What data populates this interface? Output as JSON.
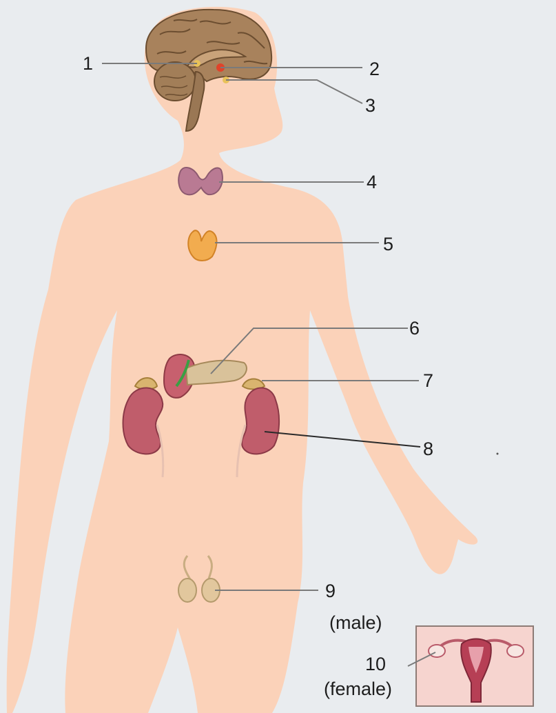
{
  "labels": {
    "n1": "1",
    "n2": "2",
    "n3": "3",
    "n4": "4",
    "n5": "5",
    "n6": "6",
    "n7": "7",
    "n8": "8",
    "n9": "9",
    "male": "(male)",
    "n10": "10",
    "female": "(female)"
  },
  "colors": {
    "background": "#e9ecef",
    "skin": "#fbd2b9",
    "brain": "#9a7754",
    "thyroid": "#b97a93",
    "thymus": "#f1b35a",
    "kidney": "#c05d6b",
    "adrenal": "#d9b46f",
    "pancreas": "#d9c29a",
    "gonad": "#e2c79d",
    "uterus_box": "#f6d4cf",
    "pointer_line": "#7a7a7a"
  }
}
